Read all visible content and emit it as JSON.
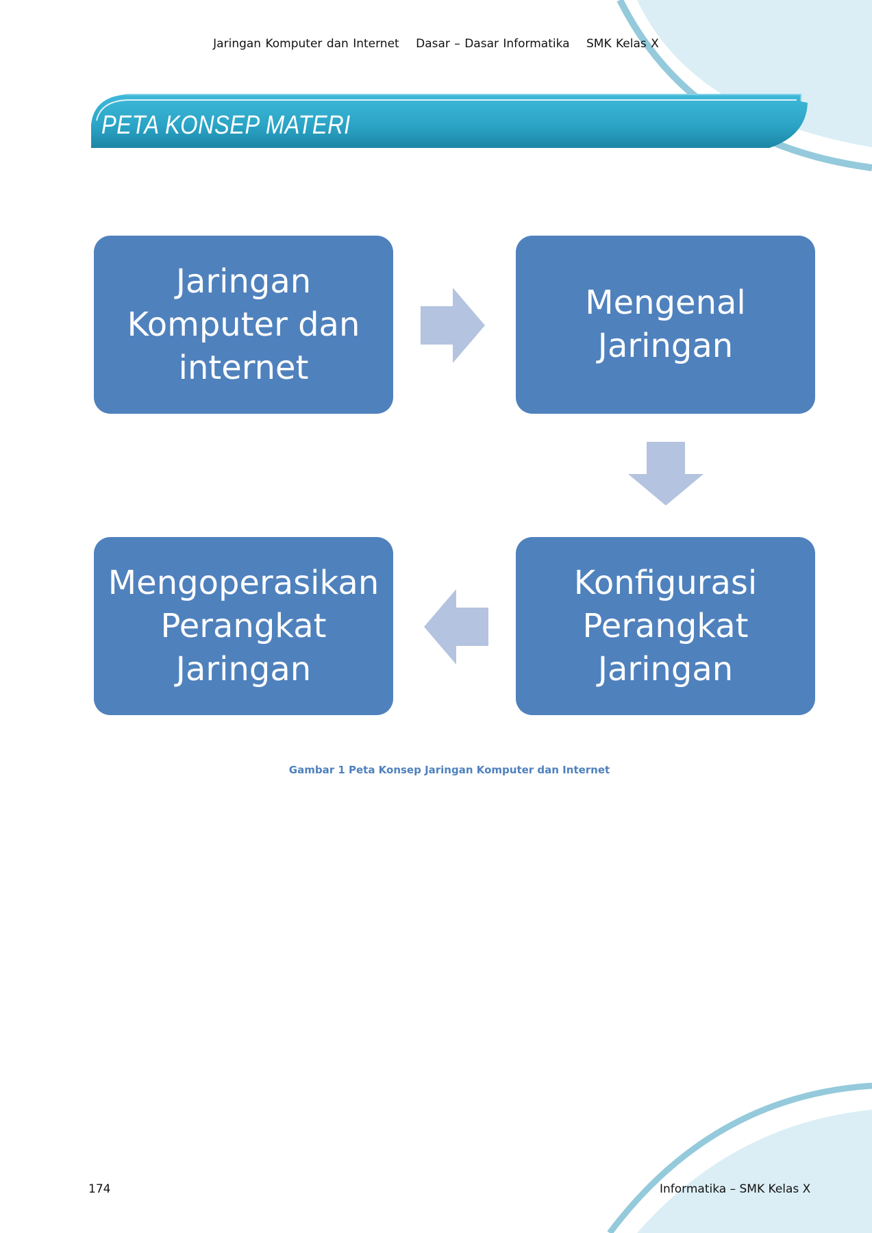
{
  "header": {
    "book": "Jaringan Komputer dan Internet",
    "subject": "Dasar – Dasar Informatika",
    "level": "SMK Kelas X"
  },
  "section": {
    "title": "PETA KONSEP MATERI"
  },
  "concept_map": {
    "boxes": [
      {
        "id": "box1",
        "text": "Jaringan\nKomputer dan\ninternet"
      },
      {
        "id": "box2",
        "text": "Mengenal\nJaringan"
      },
      {
        "id": "box3",
        "text": "Konfigurasi\nPerangkat\nJaringan"
      },
      {
        "id": "box4",
        "text": "Mengoperasikan\nPerangkat\nJaringan"
      }
    ],
    "box_color": "#4f81bd",
    "arrow_color": "#b4c3df"
  },
  "caption": "Gambar 1 Peta Konsep Jaringan Komputer dan Internet",
  "footer": {
    "page_number": "174",
    "text": "Informatika – SMK Kelas X"
  },
  "colors": {
    "banner": "#2aa3c5",
    "decor_light": "#dbeef5",
    "decor_arc": "#94cadb"
  }
}
